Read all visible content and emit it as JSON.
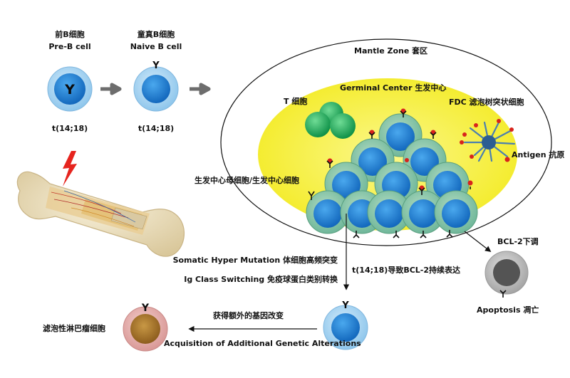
{
  "labels": {
    "pre_b_cn": "前B细胞",
    "pre_b_en": "Pre-B cell",
    "naive_b_cn": "童真B细胞",
    "naive_b_en": "Naive B cell",
    "pre_b_translocation": "t(14;18)",
    "naive_b_translocation": "t(14;18)",
    "mantle_zone": "Mantle Zone 套区",
    "germinal_center": "Germinal Center 生发中心",
    "t_cell": "T 细胞",
    "fdc": "FDC 滤泡树突状细胞",
    "antigen": "Antigen 抗原",
    "centroblast": "生发中心母细胞/生发中心细胞",
    "bcl2_down": "BCL-2下调",
    "somatic_hyper_mutation": "Somatic Hyper Mutation 体细胞高频突变",
    "ig_class_switching": "Ig Class Switching 免疫球蛋白类别转换",
    "bcl2_persistent": "t(14;18)导致BCL-2持续表达",
    "apoptosis": "Apoptosis 凋亡",
    "extra_genetic_cn": "获得额外的基因改变",
    "extra_genetic_en": "Acquisition  of Additional Genetic Alterations",
    "lymphoma": "滤泡性淋巴瘤细胞",
    "receptor_glyph": "Y"
  },
  "colors": {
    "cell_outer": "#a8d4f0",
    "cell_nucleus": "#1f86d6",
    "gc_fill": "#f6f034",
    "gc_cell_outer": "#8cc7a6",
    "t_cell": "#22b463",
    "lightning": "#e6241e",
    "apoptotic_outer": "#b9b9b9",
    "apoptotic_core": "#555555",
    "lymphoma_outer": "#e7b3b1",
    "lymphoma_core": "#b27a2a",
    "bone": "#efe4c6",
    "arrow_gray": "#777777",
    "antigen_red": "#d8231c"
  }
}
